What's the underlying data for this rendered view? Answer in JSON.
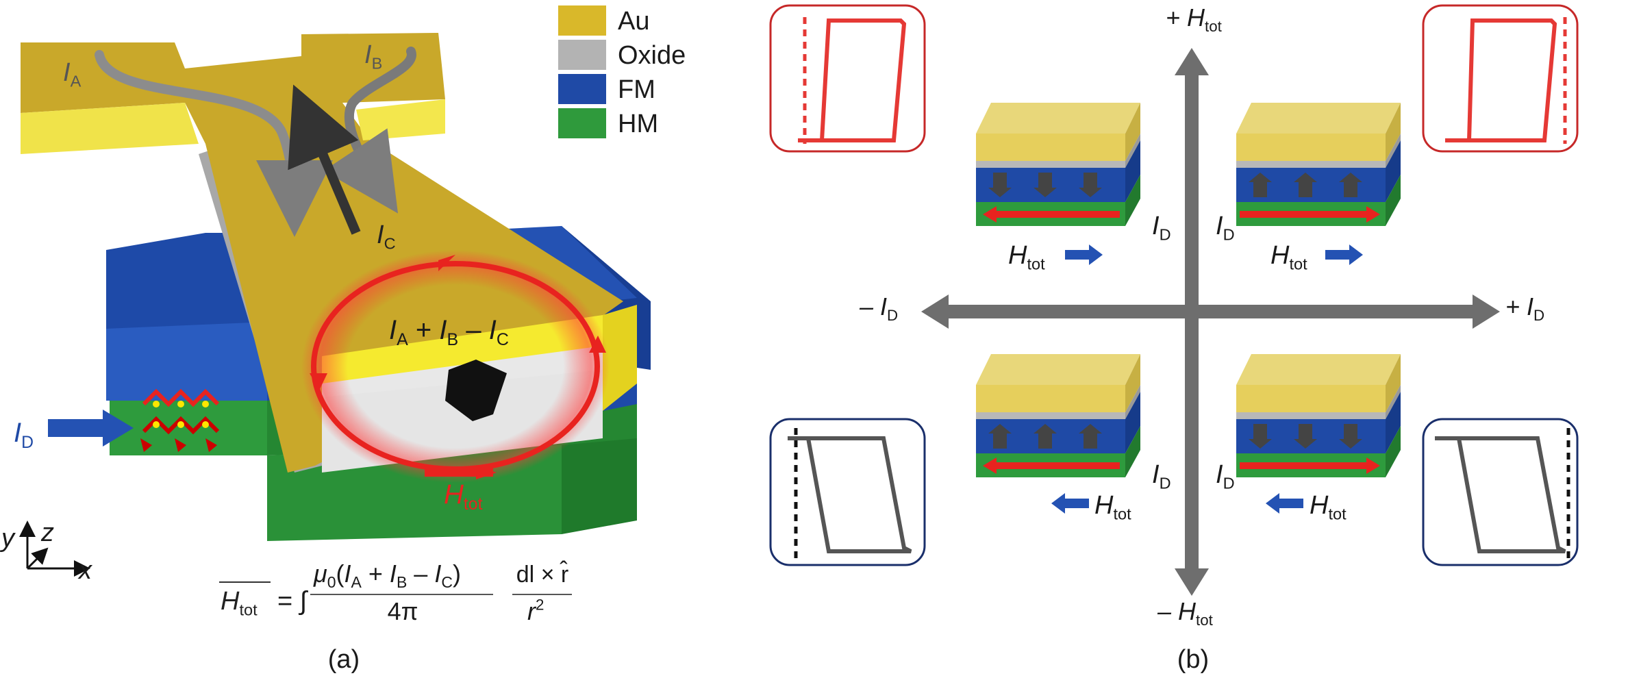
{
  "legend": {
    "items": [
      {
        "label": "Au",
        "color": "#d9b82a"
      },
      {
        "label": "Oxide",
        "color": "#b3b3b3"
      },
      {
        "label": "FM",
        "color": "#1f4aa6"
      },
      {
        "label": "HM",
        "color": "#2f9a3c"
      }
    ]
  },
  "panel_a": {
    "current_A": "I",
    "current_A_sub": "A",
    "current_B": "I",
    "current_B_sub": "B",
    "current_C": "I",
    "current_C_sub": "C",
    "current_D": "I",
    "current_D_sub": "D",
    "sum_I1": "I",
    "sum_s1": "A",
    "sum_op1": " + ",
    "sum_I2": "I",
    "sum_s2": "B",
    "sum_op2": " – ",
    "sum_I3": "I",
    "sum_s3": "C",
    "field": "H",
    "field_sub": "tot",
    "axis_y": "y",
    "axis_z": "z",
    "axis_x": "x",
    "eq_lhs": "H",
    "eq_lhs_sub": "tot",
    "eq_eq": "= ∫",
    "eq_num": "μ",
    "eq_num_0": "0",
    "eq_num_rest_open": "(",
    "eq_num_I1": "I",
    "eq_num_s1": "A",
    "eq_num_op1": " + ",
    "eq_num_I2": "I",
    "eq_num_s2": "B",
    "eq_num_op2": " – ",
    "eq_num_I3": "I",
    "eq_num_s3": "C",
    "eq_num_close": ")",
    "eq_den": "4π",
    "eq_num2": "dl × r̂",
    "eq_den2": "r",
    "eq_den2_sup": "2",
    "caption": "(a)"
  },
  "panel_b": {
    "axis_top": "+ H",
    "axis_top_sub": "tot",
    "axis_bottom": "– H",
    "axis_bottom_sub": "tot",
    "axis_left": "– I",
    "axis_left_sub": "D",
    "axis_right": "+ I",
    "axis_right_sub": "D",
    "id_label": "I",
    "id_sub": "D",
    "h_label": "H",
    "h_sub": "tot",
    "caption": "(b)"
  }
}
